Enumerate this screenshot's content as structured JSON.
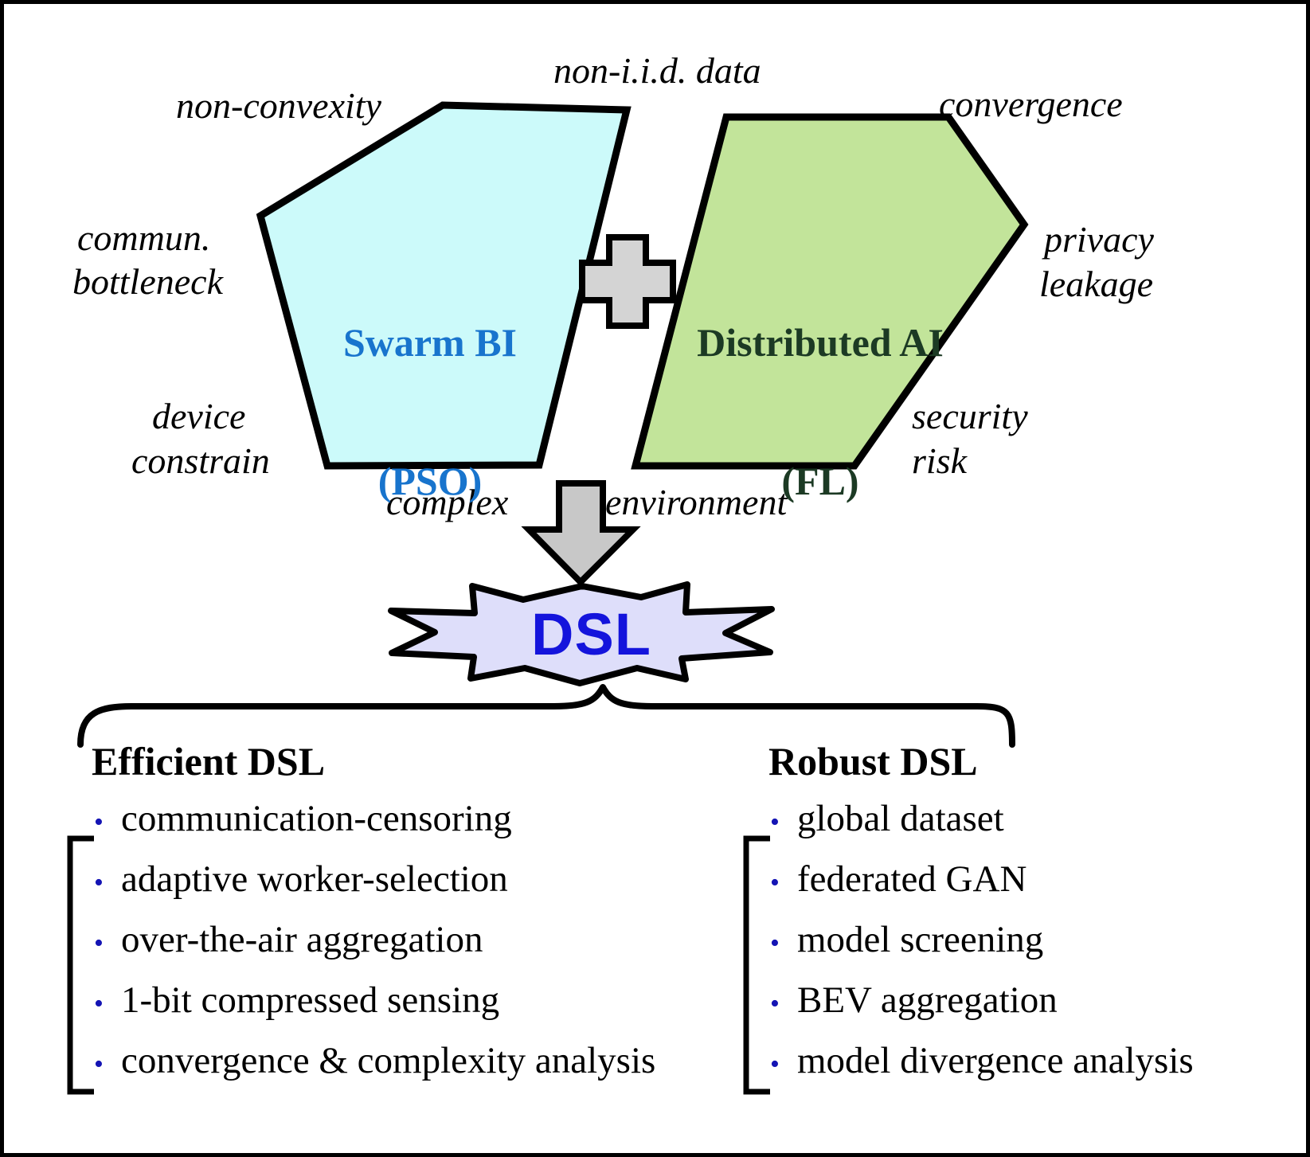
{
  "labels": {
    "non_convexity": "non-convexity",
    "non_iid_data": "non-i.i.d. data",
    "convergence": "convergence",
    "commun_bottleneck_line1": "commun.",
    "commun_bottleneck_line2": "bottleneck",
    "privacy_leakage_line1": "privacy",
    "privacy_leakage_line2": "leakage",
    "device_constrain_line1": "device",
    "device_constrain_line2": "constrain",
    "security_risk_line1": "security",
    "security_risk_line2": "risk",
    "complex": "complex",
    "environment": "environment"
  },
  "shapes": {
    "swarm": {
      "line1": "Swarm BI",
      "line2": "(PSO)",
      "fill": "#CCFAFA",
      "text_color": "#1874CD"
    },
    "distributed": {
      "line1": "Distributed AI",
      "line2": "(FL)",
      "fill": "#C2E49A",
      "text_color": "#1C3A24"
    },
    "plus": {
      "glyph": "plus-sign",
      "fill": "#D4D4D4"
    },
    "arrow": {
      "glyph": "down-arrow",
      "fill": "#C8C8C8"
    },
    "dsl": {
      "label": "DSL",
      "fill": "#DEDEFA",
      "text_color": "#1414DC"
    }
  },
  "columns": [
    {
      "heading": "Efficient DSL",
      "items": [
        "communication-censoring",
        "adaptive worker-selection",
        "over-the-air aggregation",
        "1-bit compressed sensing",
        "convergence & complexity analysis"
      ]
    },
    {
      "heading": "Robust DSL",
      "items": [
        "global dataset",
        "federated GAN",
        "model screening",
        "BEV aggregation",
        "model divergence analysis"
      ]
    }
  ],
  "bullet_glyph": "•"
}
